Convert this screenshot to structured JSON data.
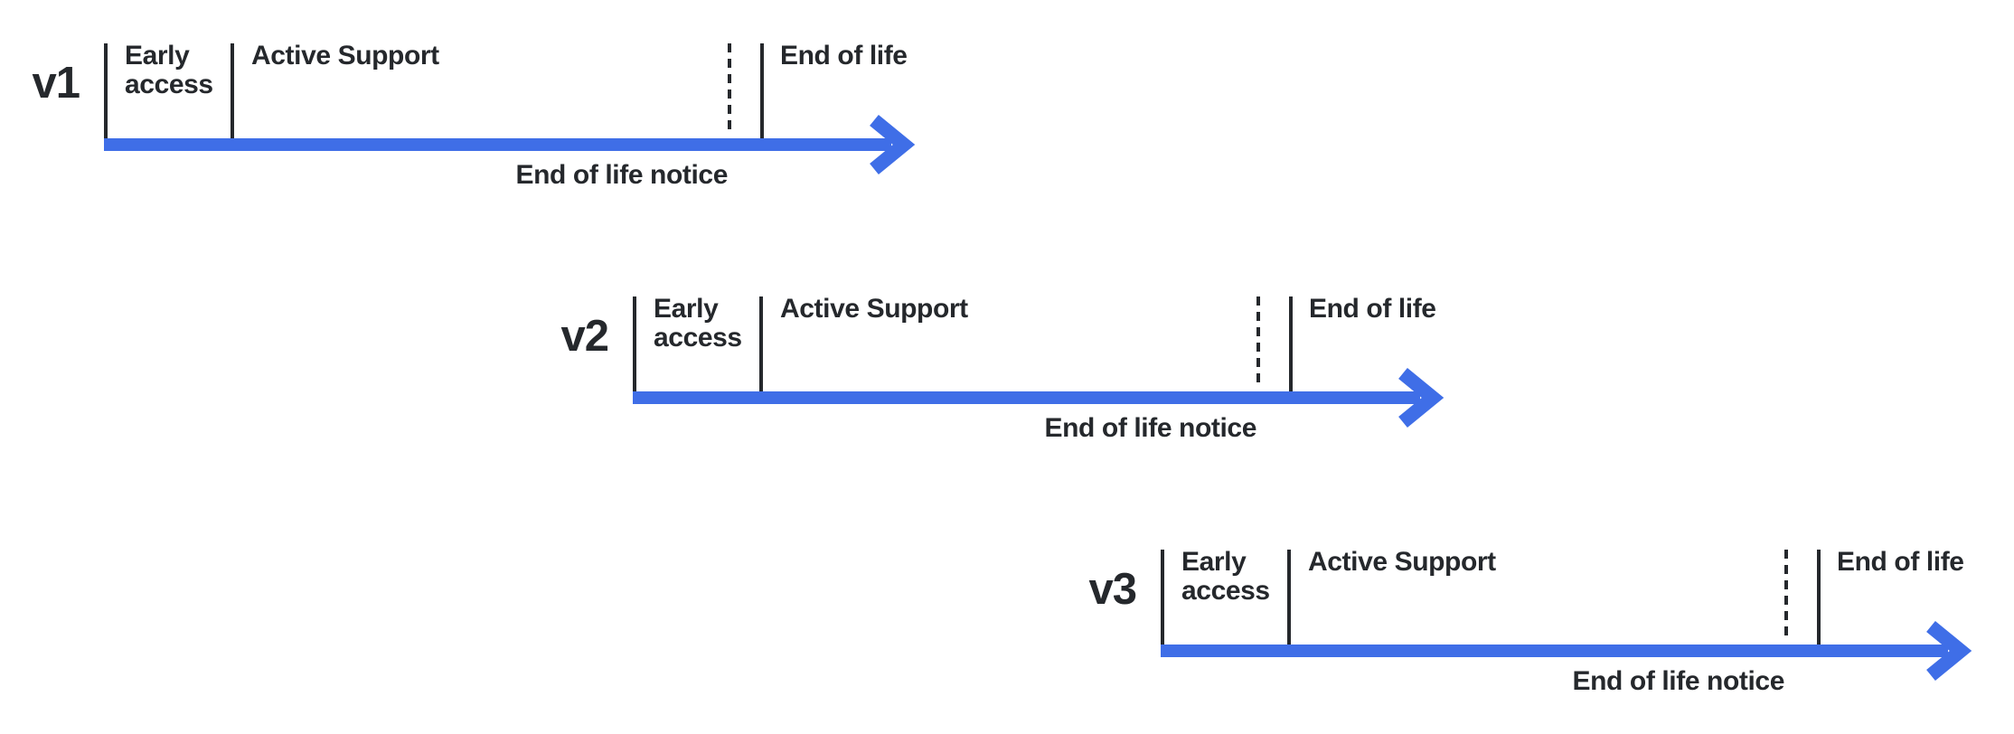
{
  "colors": {
    "accent": "#3F6EE7",
    "ink": "#25282C"
  },
  "shared_labels": {
    "early_access_line1": "Early",
    "early_access_line2": "access",
    "active_support": "Active Support",
    "end_of_life": "End of life",
    "end_of_life_notice": "End of life notice"
  },
  "rows": [
    {
      "version": "v1"
    },
    {
      "version": "v2"
    },
    {
      "version": "v3"
    }
  ]
}
